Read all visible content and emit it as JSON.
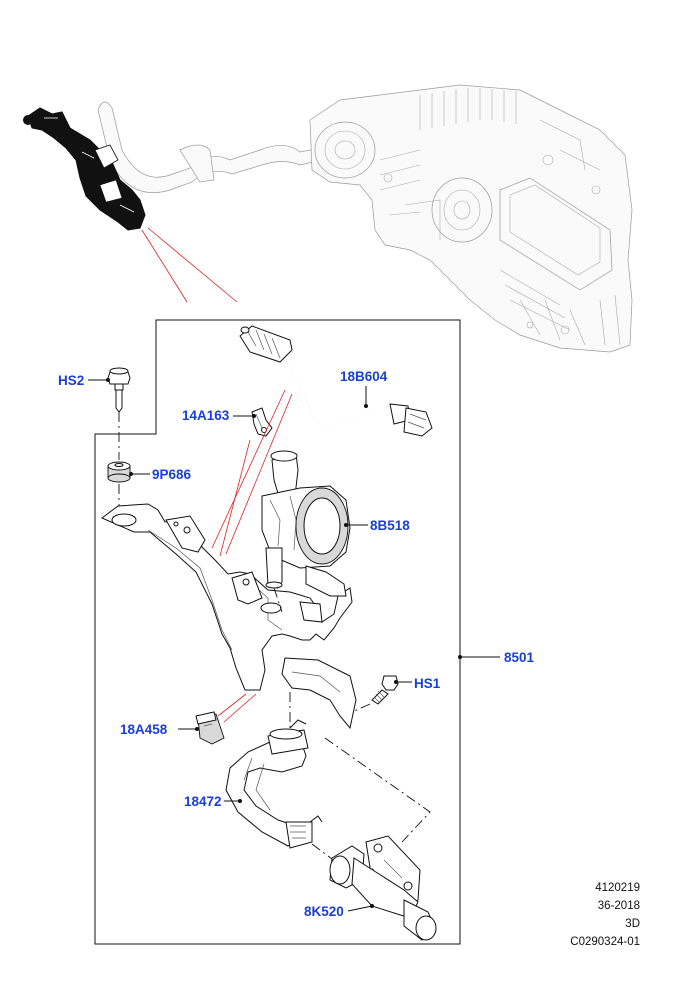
{
  "labels": {
    "hs2": "HS2",
    "l18b604": "18B604",
    "l14a163": "14A163",
    "l9p686": "9P686",
    "l8b518": "8B518",
    "l8501": "8501",
    "hs1": "HS1",
    "l18a458": "18A458",
    "l18472": "18472",
    "l8k520": "8K520"
  },
  "reference": {
    "line1": "4120219",
    "line2": "36-2018",
    "line3": "3D",
    "line4": "C0290324-01"
  },
  "colors": {
    "label": "#1a3fd6",
    "leader": "#e02020",
    "line": "#111111"
  }
}
